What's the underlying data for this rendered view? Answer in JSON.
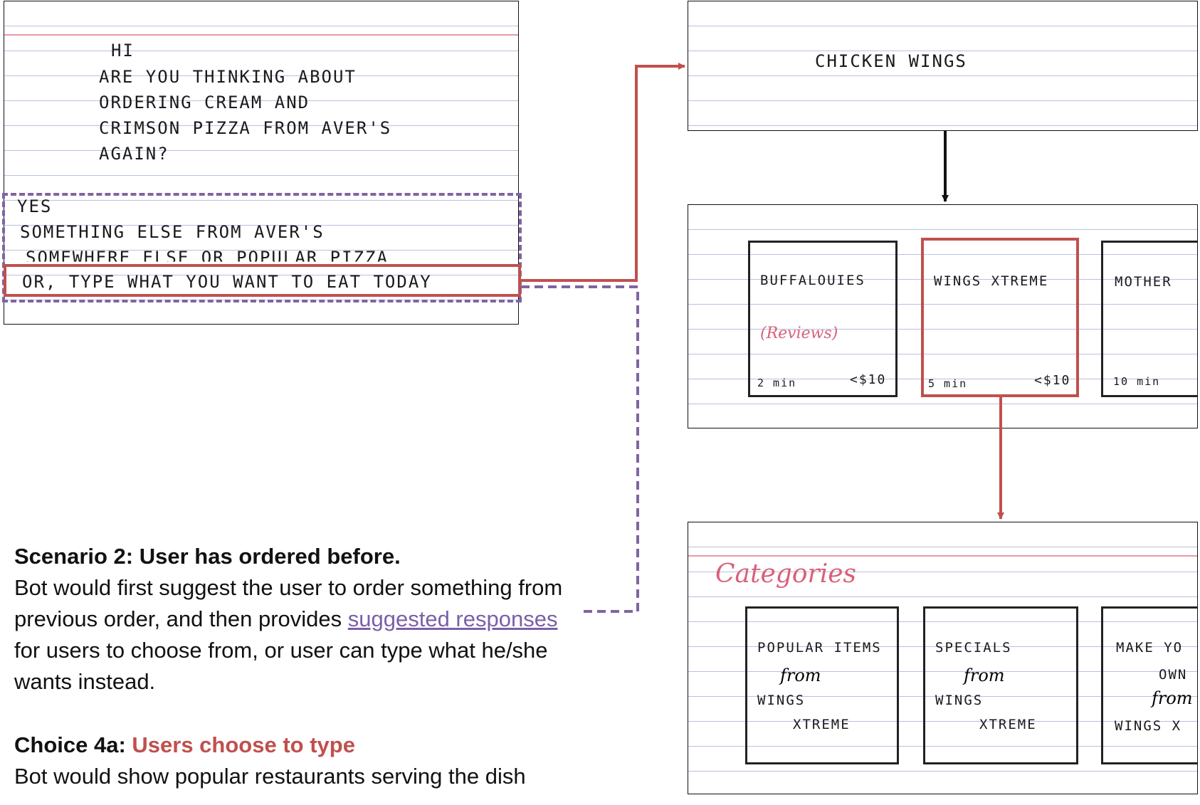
{
  "chat_card": {
    "bot_lines": [
      "HI",
      "ARE YOU THINKING ABOUT",
      "ORDERING CREAM AND",
      "CRIMSON PIZZA FROM AVER'S",
      "AGAIN?"
    ],
    "options": [
      "YES",
      "SOMETHING ELSE FROM AVER'S",
      "SOMEWHERE ELSE OR POPULAR PIZZA"
    ],
    "typed_option": "OR, TYPE WHAT YOU WANT TO EAT TODAY"
  },
  "search_card": {
    "text": "CHICKEN WINGS"
  },
  "restaurants_card": {
    "items": [
      {
        "name": "BUFFALOUIES",
        "note": "(Reviews)",
        "time": "2 min",
        "price": "<$10"
      },
      {
        "name": "WINGS XTREME",
        "note": "",
        "time": "5 min",
        "price": "<$10"
      },
      {
        "name": "MOTHER",
        "note": "",
        "time": "10 min",
        "price": ""
      }
    ]
  },
  "categories_card": {
    "heading": "Categories",
    "items": [
      {
        "l1": "POPULAR ITEMS",
        "l2": "from",
        "l3": "WINGS",
        "l4": "XTREME"
      },
      {
        "l1": "SPECIALS",
        "l2": "from",
        "l3": "WINGS",
        "l4": "XTREME"
      },
      {
        "l1": "MAKE YO",
        "l2": "OWN",
        "l3": "from",
        "l4": "WINGS X"
      }
    ]
  },
  "caption": {
    "scenario_title": "Scenario 2: User has ordered before.",
    "body_part1": "Bot would first suggest the user to order something from previous order, and then provides ",
    "link_text": "suggested responses ",
    "body_part2": "for users to choose from, or user can type what he/she wants instead.",
    "choice_label": "Choice 4a: ",
    "choice_value": "Users choose to type",
    "choice_body": "Bot would show popular restaurants serving the dish"
  },
  "colors": {
    "red": "#c0504d",
    "purple": "#8064a2",
    "pink_rule": "#e79aa8",
    "blue_rule": "#b7c2df"
  }
}
